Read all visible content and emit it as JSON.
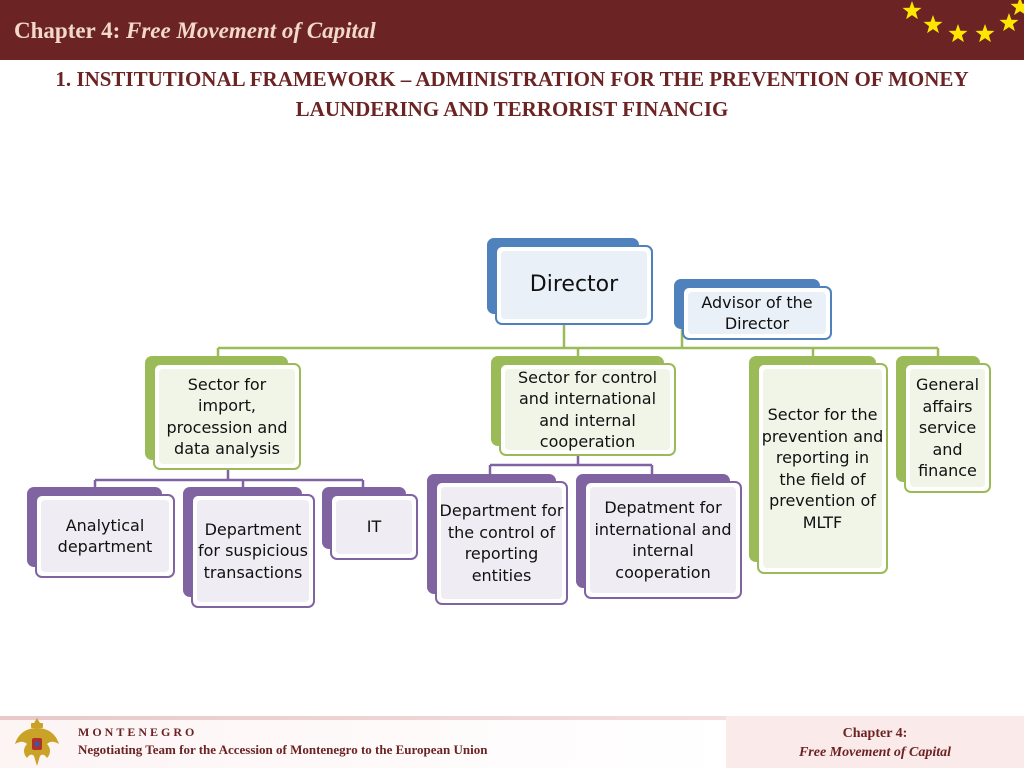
{
  "header": {
    "chapter_label": "Chapter 4:",
    "chapter_name": "Free Movement of Capital",
    "star_color": "#ffe600",
    "background_color": "#6b2323"
  },
  "slide_title": "1. INSTITUTIONAL FRAMEWORK – ADMINISTRATION FOR THE PREVENTION OF MONEY LAUNDERING AND TERRORIST FINANCIG",
  "org_chart": {
    "director": "Director",
    "advisor": "Advisor of the Director",
    "sectors": {
      "import_processing": "Sector for import, procession and data analysis",
      "control_cooperation": "Sector for control and international and internal cooperation",
      "prevention_reporting": "Sector for the prevention and reporting in the field of prevention of MLTF",
      "general_affairs": "General affairs service and finance"
    },
    "departments": {
      "analytical": "Analytical department",
      "suspicious_transactions": "Department for suspicious transactions",
      "it": "IT",
      "control_reporting_entities": "Department for the control of reporting entities",
      "international_internal_cooperation": "Depatment for international and internal cooperation"
    },
    "colors": {
      "top_level": "#4f81bd",
      "sector": "#9bbb59",
      "department": "#8064a2"
    }
  },
  "footer": {
    "country": "MONTENEGRO",
    "team": "Negotiating Team for the Accession of  Montenegro to the European Union",
    "chapter_label": "Chapter 4:",
    "chapter_name": "Free Movement of Capital"
  }
}
